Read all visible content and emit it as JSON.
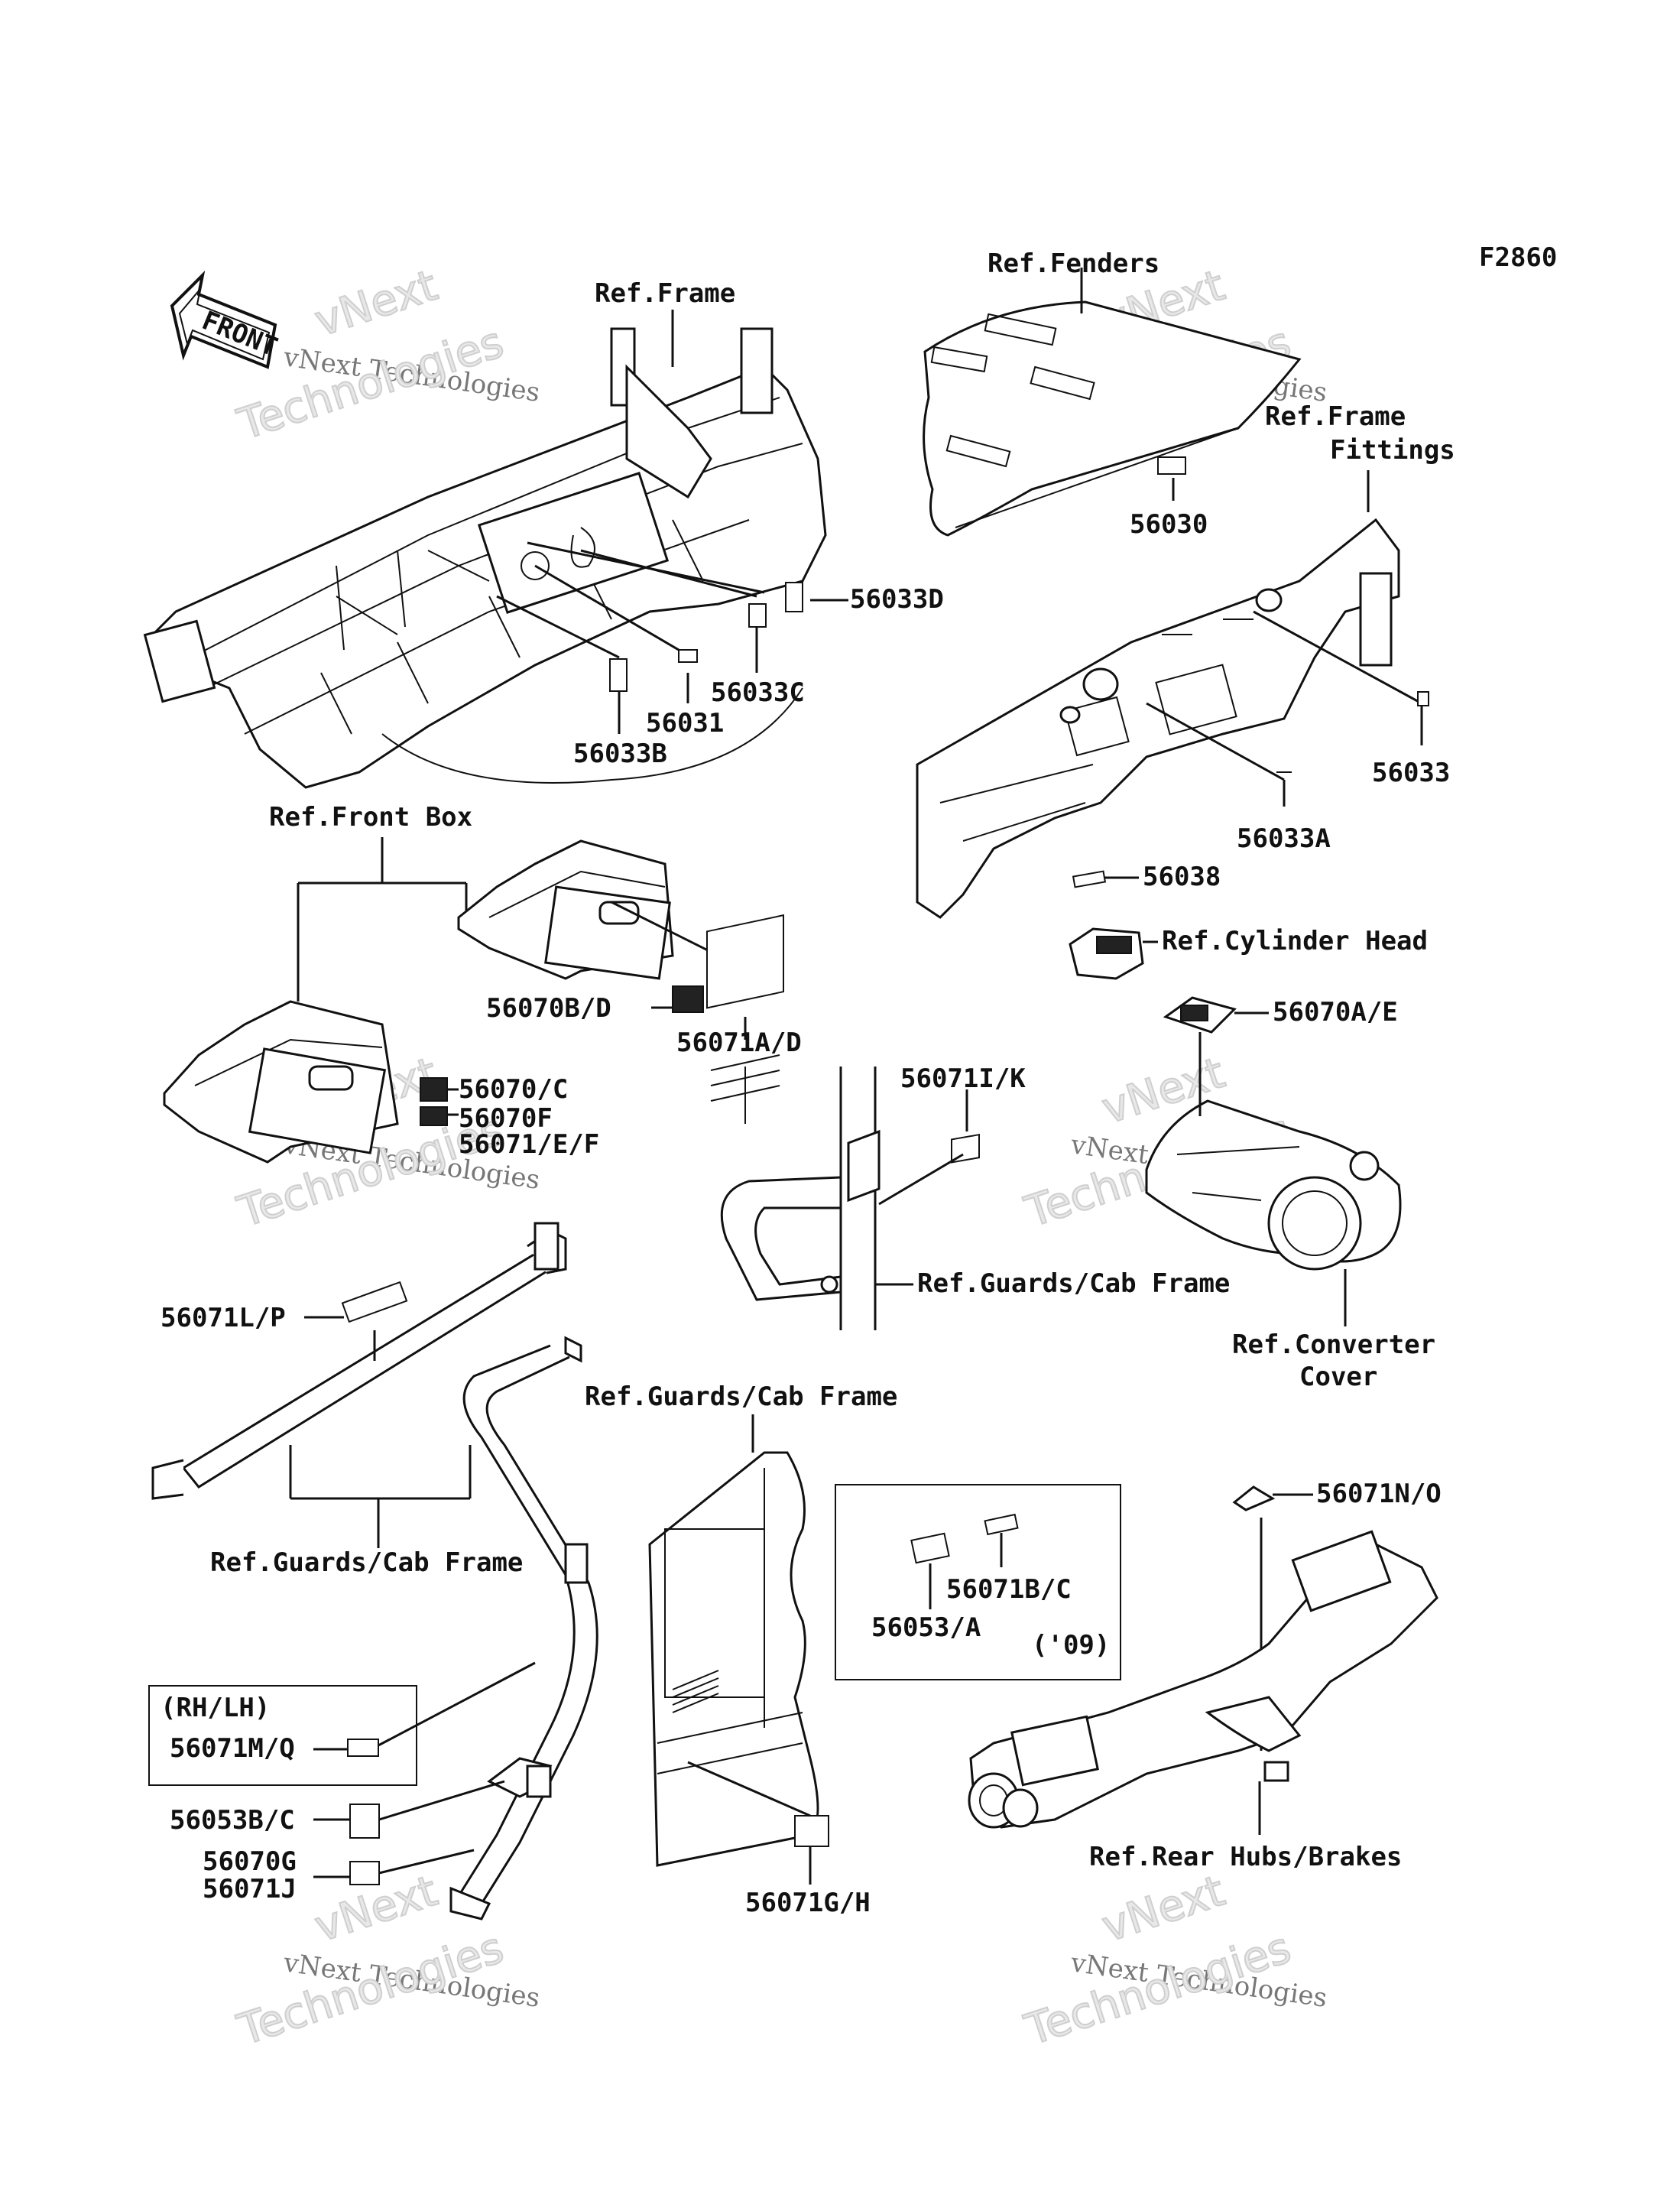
{
  "figure_code": "F2860",
  "front_arrow": "FRONT",
  "watermark": {
    "line1": "vNext Technologies",
    "line2": "vNext",
    "line3": "Technologies"
  },
  "labels": {
    "ref_frame": "Ref.Frame",
    "ref_fenders": "Ref.Fenders",
    "ref_frame_fittings_1": "Ref.Frame",
    "ref_frame_fittings_2": "Fittings",
    "p56030": "56030",
    "p56033d": "56033D",
    "p56033c": "56033C",
    "p56031": "56031",
    "p56033b": "56033B",
    "p56033": "56033",
    "p56033a": "56033A",
    "ref_front_box": "Ref.Front Box",
    "p56038": "56038",
    "ref_cylinder_head": "Ref.Cylinder Head",
    "p56070bd": "56070B/D",
    "p56071ad": "56071A/D",
    "p56070ae": "56070A/E",
    "p56070c": "56070/C",
    "p56070f": "56070F",
    "p56071ef": "56071/E/F",
    "p56071ik": "56071I/K",
    "ref_guards_cab_1": "Ref.Guards/Cab Frame",
    "ref_converter_1": "Ref.Converter",
    "ref_converter_2": "Cover",
    "p56071lp": "56071L/P",
    "ref_guards_cab_2": "Ref.Guards/Cab Frame",
    "ref_guards_cab_3": "Ref.Guards/Cab Frame",
    "p56071no": "56071N/O",
    "p56071bc": "56071B/C",
    "p56053a": "56053/A",
    "year09": "('09)",
    "rh_lh": "(RH/LH)",
    "p56071mq": "56071M/Q",
    "p56053bc": "56053B/C",
    "p56070g": "56070G",
    "p56071j": "56071J",
    "p56071gh": "56071G/H",
    "ref_rear_hubs": "Ref.Rear Hubs/Brakes"
  }
}
